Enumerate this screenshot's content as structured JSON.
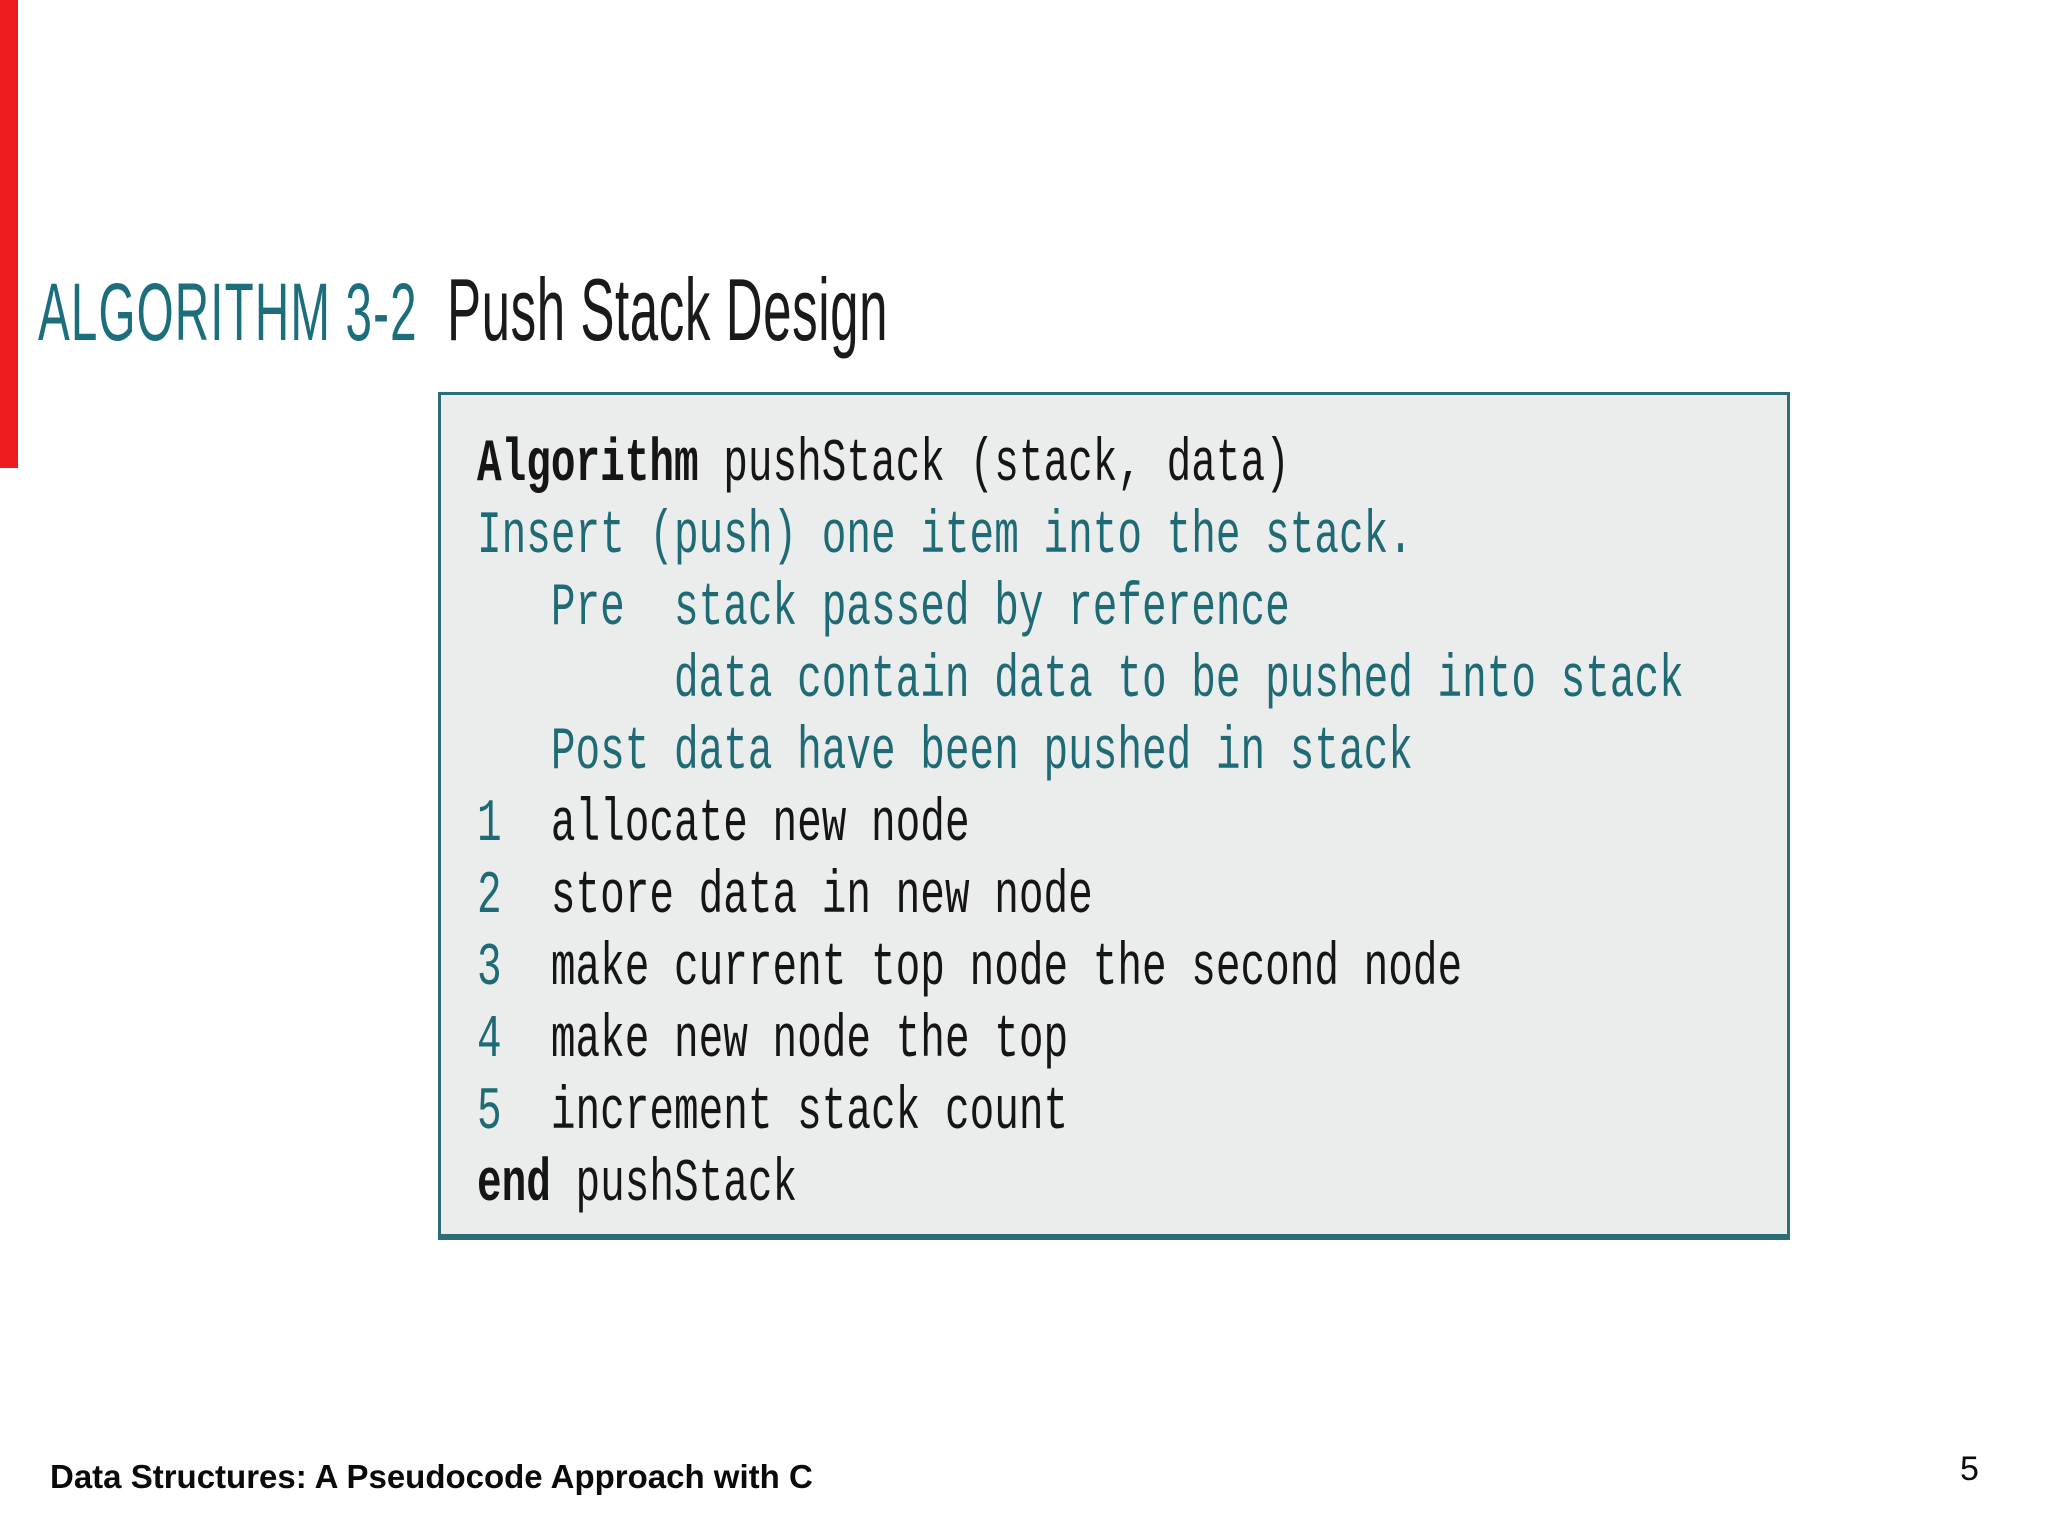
{
  "colors": {
    "red_bar": "#ee1c1c",
    "title_teal": "#1d6e7c",
    "code_teal": "#1e6a75",
    "border_teal": "#2b6d78",
    "box_background": "#ebecec"
  },
  "title": {
    "label": "ALGORITHM 3-2",
    "text": "Push Stack Design"
  },
  "code": {
    "lines": [
      {
        "segments": [
          {
            "text": "Algorithm",
            "color": "black",
            "bold": true
          },
          {
            "text": " pushStack (stack, data)",
            "color": "black"
          }
        ]
      },
      {
        "segments": [
          {
            "text": "Insert (push) one item into the stack.",
            "color": "teal"
          }
        ]
      },
      {
        "segments": [
          {
            "text": "   Pre  stack passed by reference",
            "color": "teal"
          }
        ]
      },
      {
        "segments": [
          {
            "text": "        data contain data to be pushed into stack",
            "color": "teal"
          }
        ]
      },
      {
        "segments": [
          {
            "text": "   Post data have been pushed in stack",
            "color": "teal"
          }
        ]
      },
      {
        "segments": [
          {
            "text": "1",
            "color": "teal"
          },
          {
            "text": "  allocate new node",
            "color": "black"
          }
        ]
      },
      {
        "segments": [
          {
            "text": "2",
            "color": "teal"
          },
          {
            "text": "  store data in new node",
            "color": "black"
          }
        ]
      },
      {
        "segments": [
          {
            "text": "3",
            "color": "teal"
          },
          {
            "text": "  make current top node the second node",
            "color": "black"
          }
        ]
      },
      {
        "segments": [
          {
            "text": "4",
            "color": "teal"
          },
          {
            "text": "  make new node the top",
            "color": "black"
          }
        ]
      },
      {
        "segments": [
          {
            "text": "5",
            "color": "teal"
          },
          {
            "text": "  increment stack count",
            "color": "black"
          }
        ]
      },
      {
        "segments": [
          {
            "text": "end",
            "color": "black",
            "bold": true
          },
          {
            "text": " pushStack",
            "color": "black"
          }
        ]
      }
    ]
  },
  "footer": {
    "book_title": "Data Structures: A Pseudocode Approach with C",
    "page_number": "5"
  }
}
